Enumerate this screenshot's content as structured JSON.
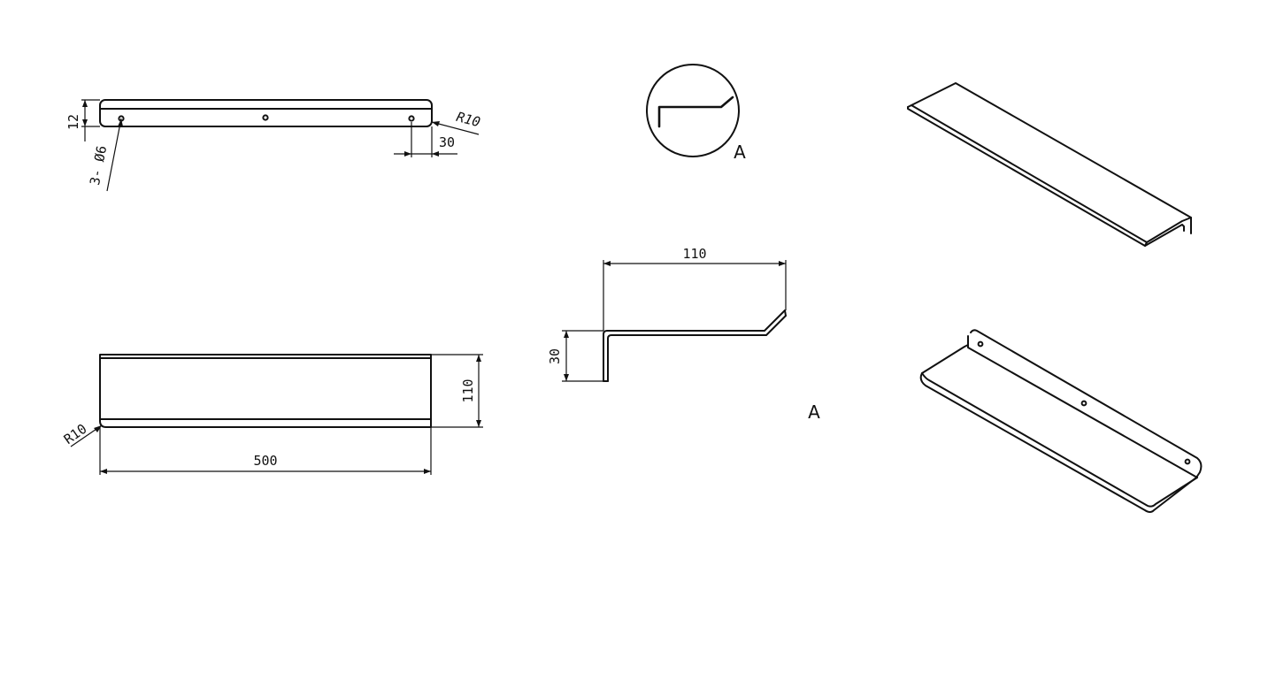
{
  "views": {
    "top": {
      "dim_height": "12",
      "dim_holes": "3- Ø6",
      "dim_radius": "R10",
      "dim_hole_offset": "30"
    },
    "front": {
      "dim_radius": "R10",
      "dim_width": "500",
      "dim_depth": "110"
    },
    "section": {
      "dim_depth": "110",
      "dim_height": "30",
      "label": "A"
    },
    "detail": {
      "label": "A"
    }
  },
  "colors": {
    "line": "#111111",
    "background": "#ffffff"
  }
}
